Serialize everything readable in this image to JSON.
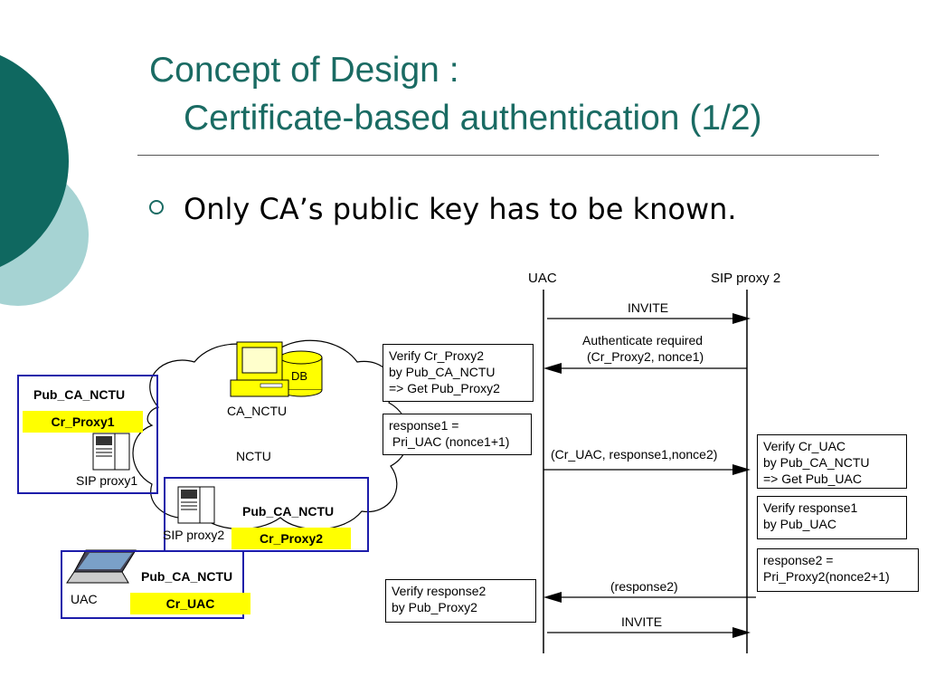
{
  "slide": {
    "title_line1": "Concept of Design :",
    "title_line2": "Certificate-based authentication (1/2)",
    "bullet": "Only CA’s public key has to be known."
  },
  "colors": {
    "title": "#1a6b63",
    "circle_dark": "#0f6860",
    "circle_light": "#a6d3d3",
    "highlight": "#ffff00",
    "box_border": "#1c1caa"
  },
  "network": {
    "db_label": "DB",
    "ca_label": "CA_NCTU",
    "cloud_label": "NCTU",
    "proxy1": {
      "pub": "Pub_CA_NCTU",
      "cert": "Cr_Proxy1",
      "label": "SIP proxy1"
    },
    "proxy2": {
      "pub": "Pub_CA_NCTU",
      "cert": "Cr_Proxy2",
      "label": "SIP proxy2"
    },
    "uac": {
      "pub": "Pub_CA_NCTU",
      "cert": "Cr_UAC",
      "label": "UAC"
    }
  },
  "sequence": {
    "lane_left": "UAC",
    "lane_right": "SIP proxy 2",
    "messages": [
      {
        "label": "INVITE",
        "direction": "right"
      },
      {
        "label_line1": "Authenticate required",
        "label_line2": "(Cr_Proxy2, nonce1)",
        "direction": "left"
      },
      {
        "label": "(Cr_UAC, response1,nonce2)",
        "direction": "right"
      },
      {
        "label": "(response2)",
        "direction": "left"
      },
      {
        "label": "INVITE",
        "direction": "right"
      }
    ],
    "notes_left": [
      {
        "lines": [
          "Verify Cr_Proxy2",
          "by Pub_CA_NCTU",
          "=> Get Pub_Proxy2"
        ]
      },
      {
        "lines": [
          "response1 =",
          " Pri_UAC (nonce1+1)"
        ]
      },
      {
        "lines": [
          "Verify response2",
          "by Pub_Proxy2"
        ]
      }
    ],
    "notes_right": [
      {
        "lines": [
          "Verify Cr_UAC",
          "by Pub_CA_NCTU",
          "=> Get Pub_UAC"
        ]
      },
      {
        "lines": [
          "Verify response1",
          "by Pub_UAC"
        ]
      },
      {
        "lines": [
          "response2 =",
          "Pri_Proxy2(nonce2+1)"
        ]
      }
    ]
  }
}
